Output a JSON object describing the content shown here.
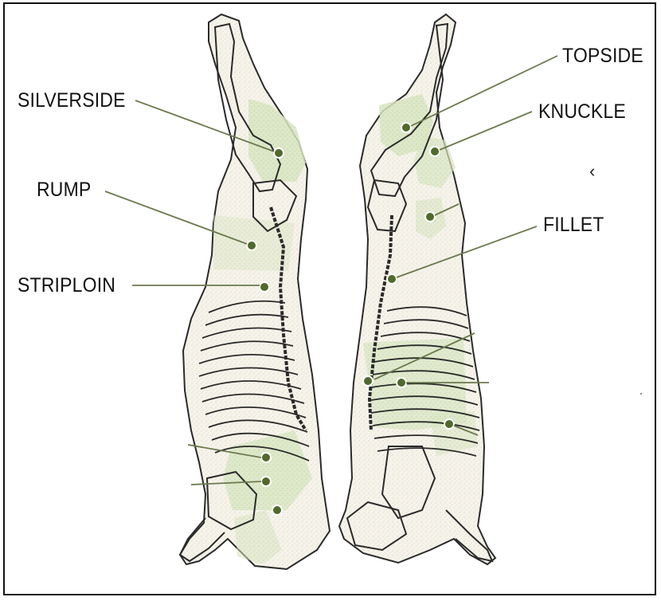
{
  "labels": {
    "silverside": "SILVERSIDE",
    "rump": "RUMP",
    "striploin": "STRIPLOIN",
    "topside": "TOPSIDE",
    "knuckle": "KNUCKLE",
    "fillet": "FILLET"
  },
  "stray_glyph": "‹",
  "colors": {
    "leader_line": "#6b7a4e",
    "marker": "#4f6a2c",
    "highlight": "#c9dcae",
    "carcass_fill": "#f4f1e8",
    "bone_outline": "#2a2a2a"
  }
}
